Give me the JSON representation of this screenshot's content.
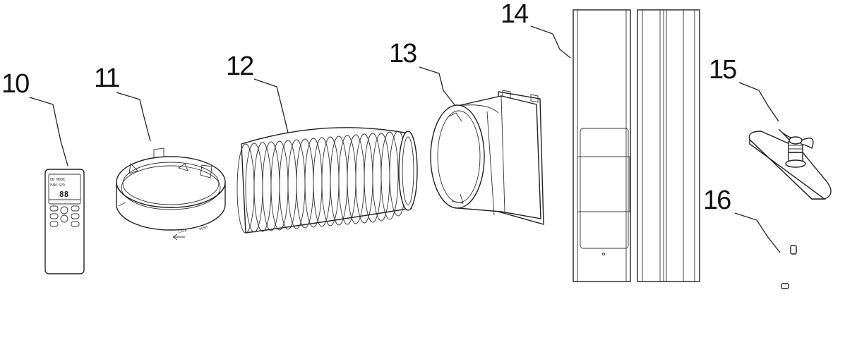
{
  "parts": [
    {
      "id": "remote-control",
      "label": "10",
      "icon": "remote-control-icon"
    },
    {
      "id": "hose-ring",
      "label": "11",
      "icon": "hose-ring-icon"
    },
    {
      "id": "exhaust-hose",
      "label": "12",
      "icon": "flexible-hose-icon"
    },
    {
      "id": "window-adapter",
      "label": "13",
      "icon": "window-adapter-icon"
    },
    {
      "id": "window-slider-kit",
      "label": "14",
      "icon": "window-panel-icon"
    },
    {
      "id": "bolt-bracket",
      "label": "15",
      "icon": "wing-bolt-bracket-icon"
    },
    {
      "id": "drain-tube",
      "label": "16",
      "icon": "drain-tube-icon"
    }
  ],
  "remote": {
    "display_text": "88"
  }
}
